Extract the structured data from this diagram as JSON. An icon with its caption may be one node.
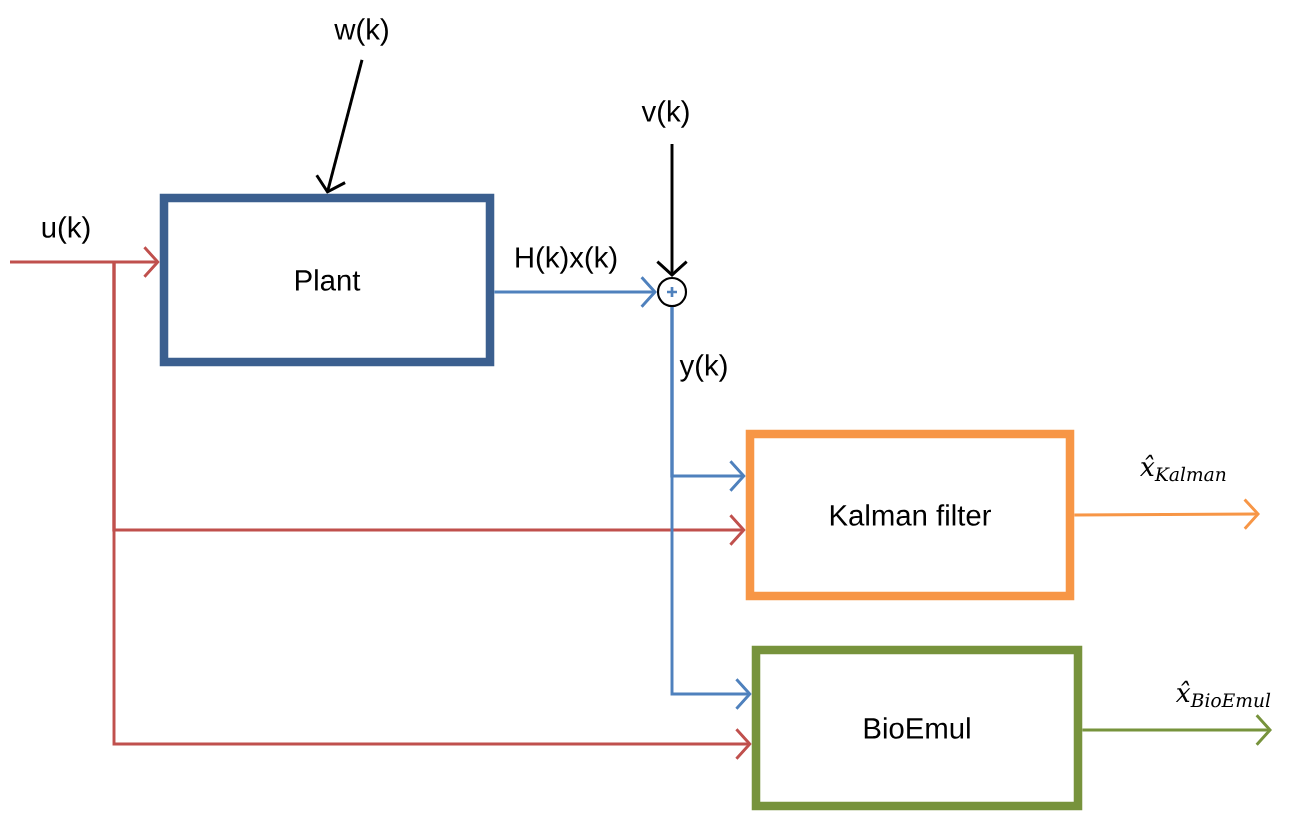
{
  "diagram": {
    "nodes": [
      {
        "text": [
          "Plant"
        ]
      },
      {
        "text": [],
        "shape": "circle"
      },
      {
        "text": [
          "Kalman filter"
        ]
      },
      {
        "text": [
          "BioEmul"
        ]
      }
    ],
    "edges": [
      {
        "from": null,
        "to": 0,
        "arrow": "to",
        "label": "w(k)",
        "color": "#000000"
      },
      {
        "from": 0,
        "to": 1,
        "arrow": "to",
        "label": "H(k)x(k)"
      },
      {
        "from": null,
        "to": 1,
        "arrow": "to",
        "label": "v(k)",
        "color": "#000000"
      },
      {
        "from": null,
        "to": 0,
        "arrow": "to",
        "label": "u(k)",
        "color": "#c0504d"
      },
      {
        "from": null,
        "to": 2,
        "arrow": "to",
        "color": "#c0504d"
      },
      {
        "from": null,
        "to": 3,
        "arrow": "to",
        "color": "#c0504d"
      },
      {
        "from": 1,
        "to": 2,
        "arrow": "to",
        "label": "y(k)"
      },
      {
        "from": 1,
        "to": 3,
        "arrow": "to"
      },
      {
        "from": 2,
        "to": null,
        "arrow": "to",
        "label": "x̂$_{Kalman}$",
        "color": "#f79646"
      },
      {
        "from": 3,
        "to": null,
        "arrow": "to",
        "label": "x̂$_{BioEmul}$",
        "color": "#77933c"
      }
    ]
  }
}
